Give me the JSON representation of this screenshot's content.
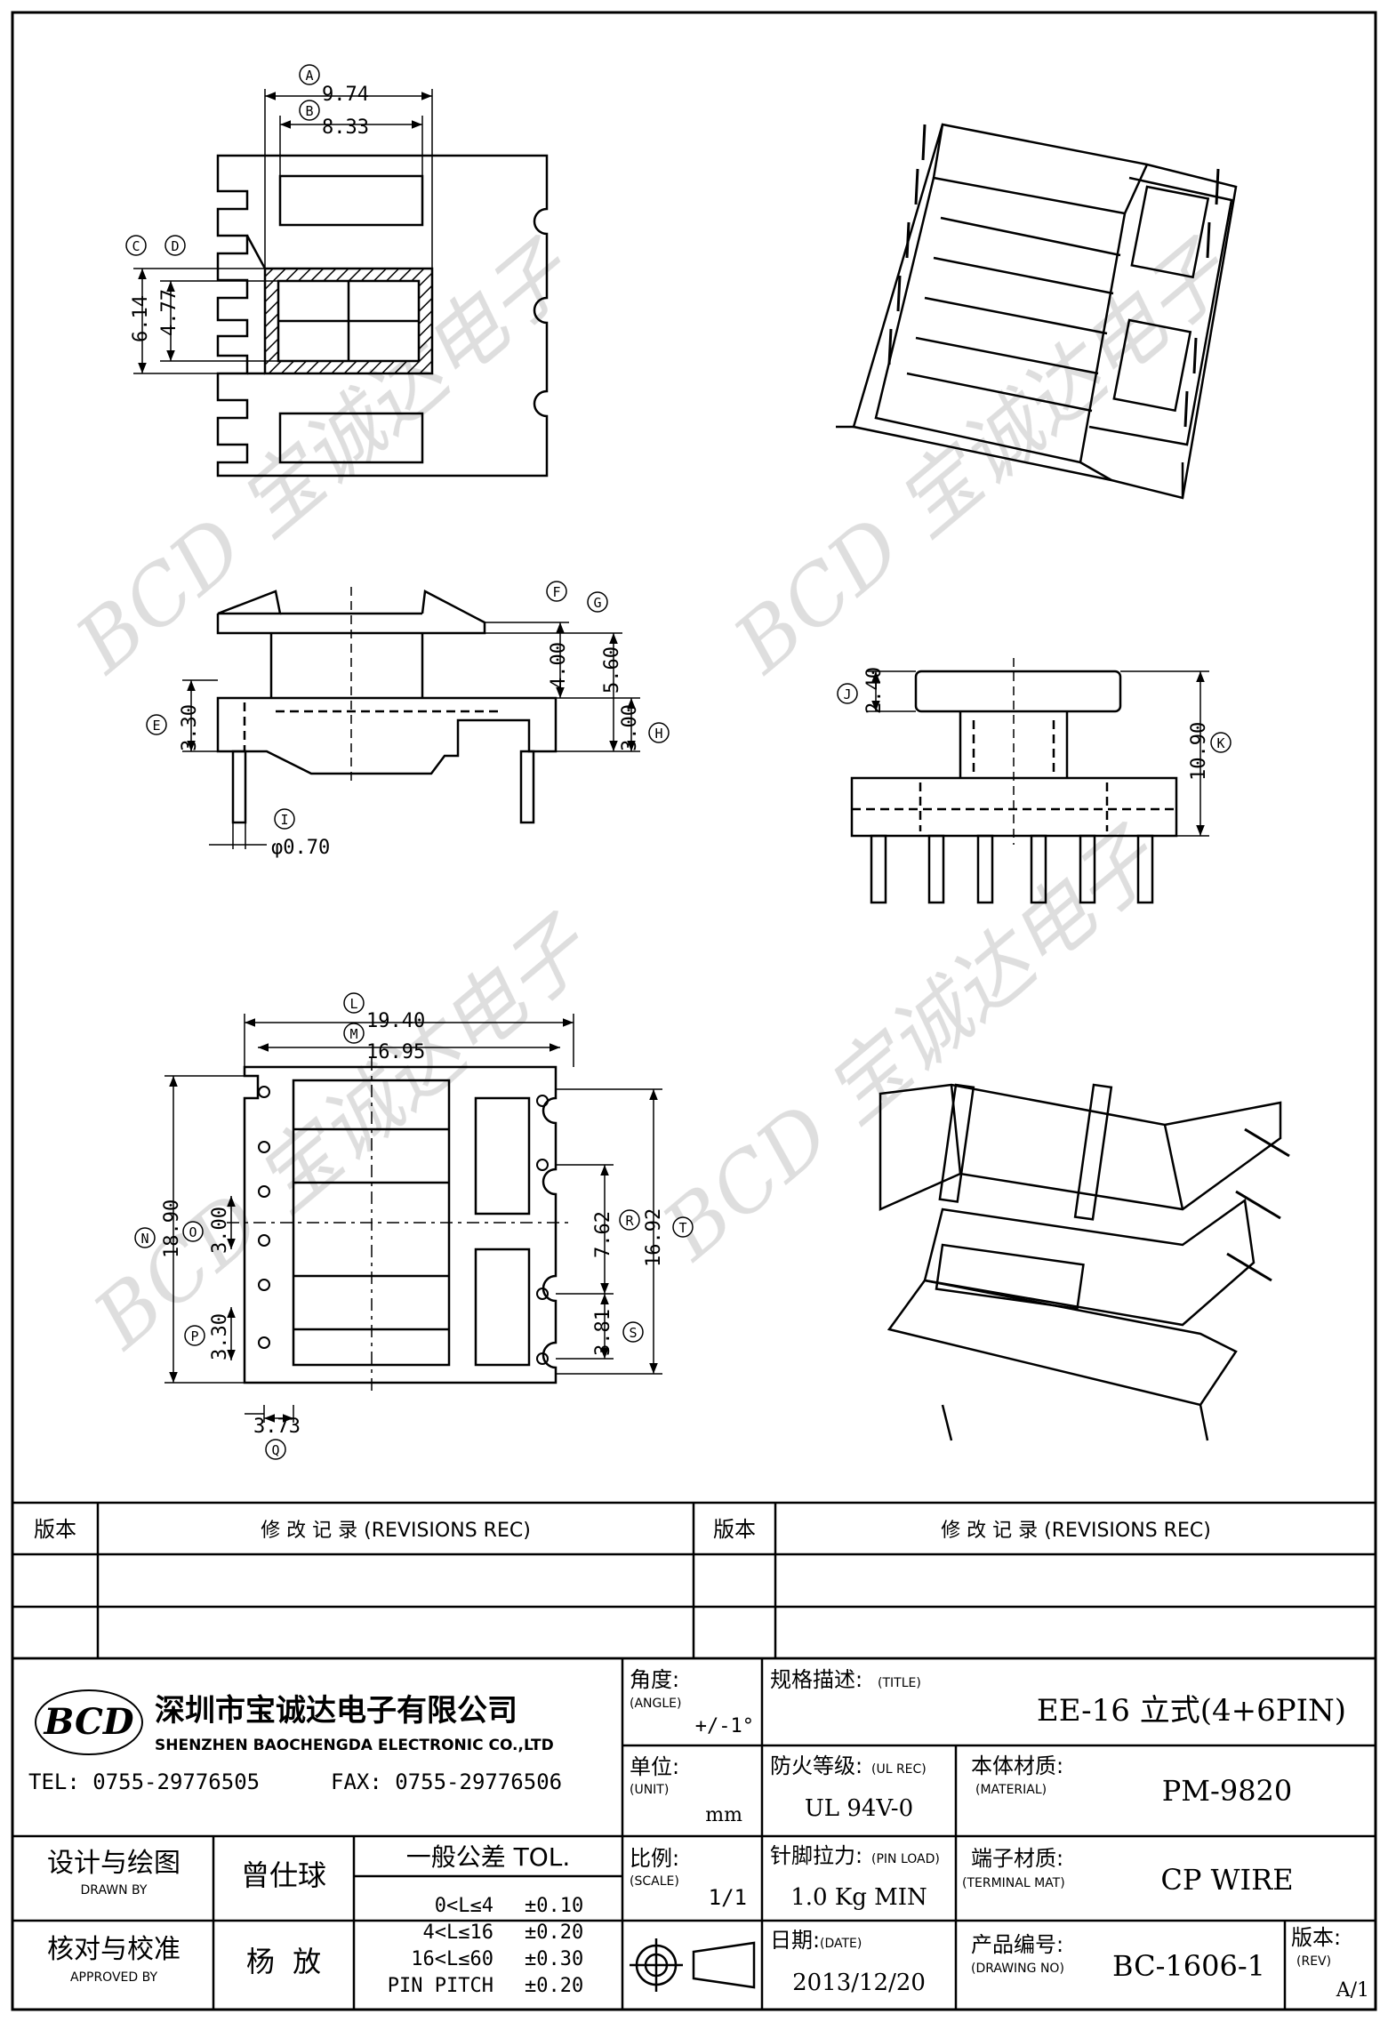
{
  "dims": {
    "A": {
      "letter": "A",
      "value": "9.74"
    },
    "B": {
      "letter": "B",
      "value": "8.33"
    },
    "C": {
      "letter": "C",
      "value": "6.14"
    },
    "D": {
      "letter": "D",
      "value": "4.77"
    },
    "E": {
      "letter": "E",
      "value": "3.30"
    },
    "F": {
      "letter": "F",
      "value": "4.00"
    },
    "G": {
      "letter": "G",
      "value": "5.60"
    },
    "H": {
      "letter": "H",
      "value": "3.00"
    },
    "I": {
      "letter": "I",
      "value": "φ0.70"
    },
    "J": {
      "letter": "J",
      "value": "2.40"
    },
    "K": {
      "letter": "K",
      "value": "10.90"
    },
    "L": {
      "letter": "L",
      "value": "19.40"
    },
    "M": {
      "letter": "M",
      "value": "16.95"
    },
    "N": {
      "letter": "N",
      "value": "18.90"
    },
    "O": {
      "letter": "O",
      "value": "3.00"
    },
    "P": {
      "letter": "P",
      "value": "3.30"
    },
    "Q": {
      "letter": "Q",
      "value": "3.73"
    },
    "R": {
      "letter": "R",
      "value": "7.62"
    },
    "S": {
      "letter": "S",
      "value": "3.81"
    },
    "T": {
      "letter": "T",
      "value": "16.92"
    }
  },
  "revisions": {
    "ver_label": "版本",
    "rec_label": "修 改 记 录 (REVISIONS REC)"
  },
  "company": {
    "logo_text": "BCD",
    "name_cn": "深圳市宝诚达电子有限公司",
    "name_en": "SHENZHEN BAOCHENGDA ELECTRONIC CO.,LTD",
    "tel": "TEL: 0755-29776505",
    "fax": "FAX: 0755-29776506"
  },
  "title_block": {
    "angle_label": "角度:",
    "angle_sub": "(ANGLE)",
    "angle_value": "+/-1°",
    "unit_label": "单位:",
    "unit_sub": "(UNIT)",
    "unit_value": "mm",
    "scale_label": "比例:",
    "scale_sub": "(SCALE)",
    "scale_value": "1/1",
    "title_label": "规格描述:",
    "title_sub": "(TITLE)",
    "title_value": "EE-16 立式(4+6PIN)",
    "ul_label": "防火等级:",
    "ul_sub": "(UL REC)",
    "ul_value": "UL 94V-0",
    "material_label": "本体材质:",
    "material_sub": "(MATERIAL)",
    "material_value": "PM-9820",
    "pin_load_label": "针脚拉力:",
    "pin_load_sub": "(PIN LOAD)",
    "pin_load_value": "1.0 Kg MIN",
    "terminal_label": "端子材质:",
    "terminal_sub": "(TERMINAL MAT)",
    "terminal_value": "CP WIRE",
    "date_label": "日期:",
    "date_sub": "(DATE)",
    "date_value": "2013/12/20",
    "drawing_label": "产品编号:",
    "drawing_sub": "(DRAWING NO)",
    "drawing_value": "BC-1606-1",
    "rev_label": "版本:",
    "rev_sub": "(REV)",
    "rev_value": "A/1"
  },
  "people": {
    "designer_label": "设计与绘图",
    "designer_sub": "DRAWN BY",
    "designer_name": "曾仕球",
    "approver_label": "核对与校准",
    "approver_sub": "APPROVED BY",
    "approver_name": "杨  放"
  },
  "tolerance": {
    "title": "一般公差 TOL.",
    "rows": [
      {
        "range": "0<L≤4",
        "tol": "±0.10"
      },
      {
        "range": "4<L≤16",
        "tol": "±0.20"
      },
      {
        "range": "16<L≤60",
        "tol": "±0.30"
      },
      {
        "range": "PIN PITCH",
        "tol": "±0.20"
      }
    ]
  },
  "watermark": "BCD 宝诚达电子"
}
